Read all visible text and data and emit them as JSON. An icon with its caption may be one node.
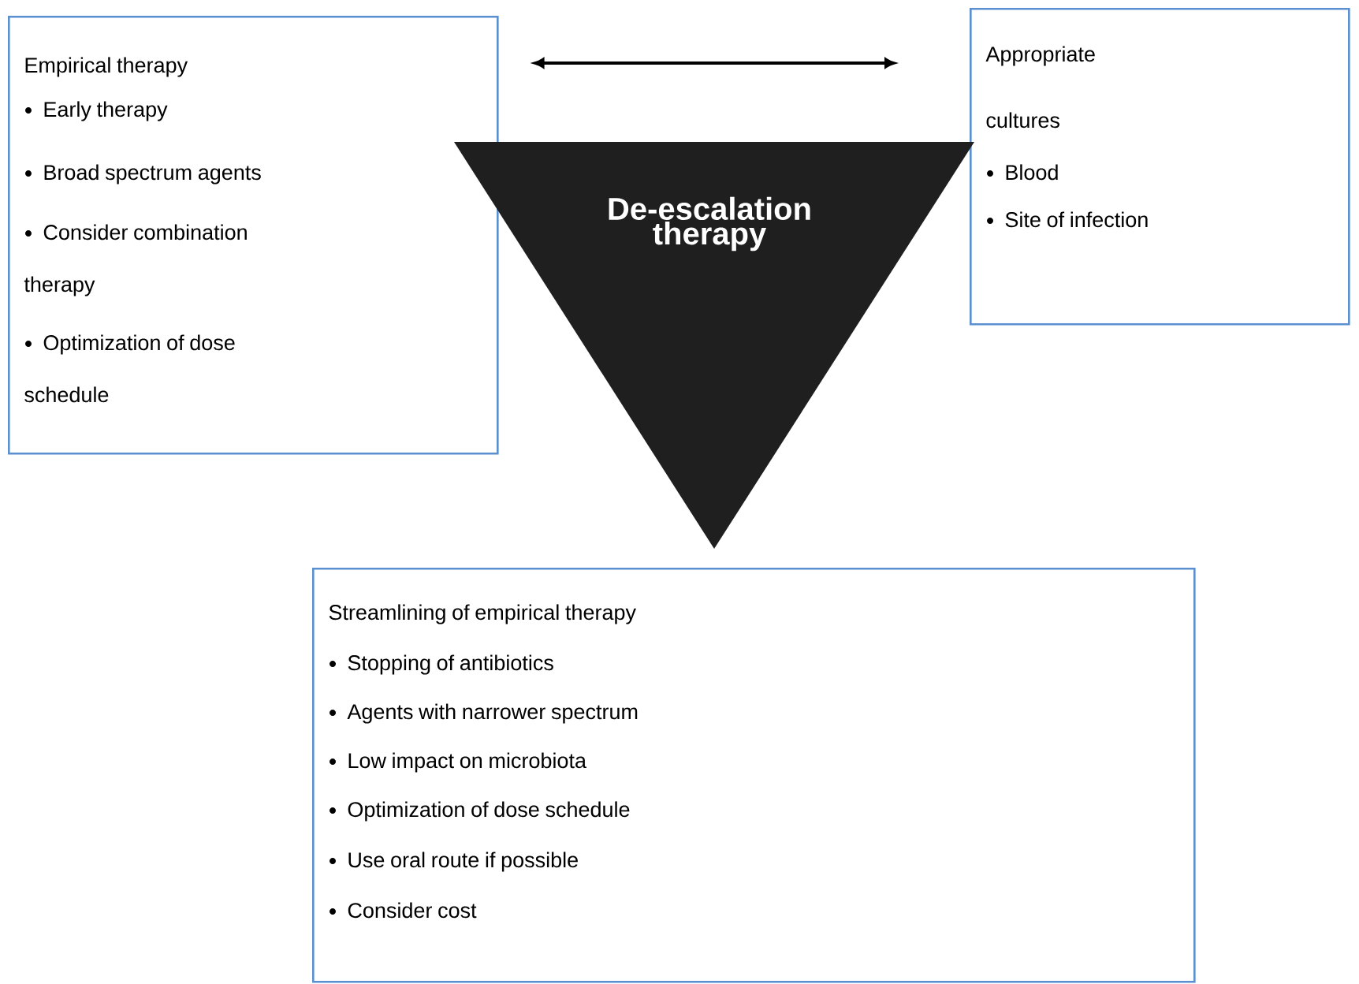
{
  "diagram": {
    "nodes": [
      {
        "text": [
          "Empirical therapy",
          "Early therapy",
          "Broad spectrum agents",
          "Consider combination therapy",
          "Optimization of dose schedule"
        ]
      },
      {
        "text": [
          "Appropriate cultures",
          "Blood",
          "Site of infection"
        ]
      },
      {
        "text": [
          "De-escalation therapy"
        ]
      },
      {
        "text": [
          "Streamlining of empirical therapy",
          "Stopping of antibiotics",
          "Agents with narrower spectrum",
          "Low impact on microbiota",
          "Optimization of dose schedule",
          "Use oral route if possible",
          "Consider cost"
        ]
      }
    ],
    "edges": [
      {
        "from": 0,
        "to": 1,
        "arrow": "both"
      }
    ]
  }
}
